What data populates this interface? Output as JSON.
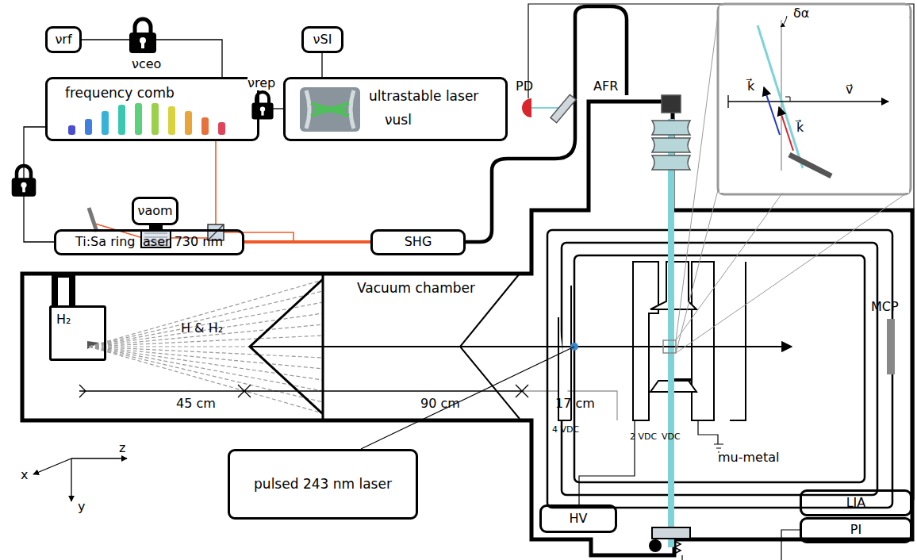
{
  "diagram": {
    "nodes": [
      {
        "text": [
          "νrf"
        ]
      },
      {
        "text": [
          "frequency comb"
        ]
      },
      {
        "text": [
          "νSI"
        ]
      },
      {
        "text": [
          "ultrastable laser",
          "νusl"
        ]
      },
      {
        "text": [
          "νaom"
        ]
      },
      {
        "text": [
          "Ti:Sa ring laser 730 nm"
        ]
      },
      {
        "text": [
          "SHG"
        ]
      },
      {
        "text": [
          "H₂"
        ]
      },
      {
        "text": [
          "pulsed 243 nm laser"
        ]
      },
      {
        "text": [
          "HV"
        ]
      },
      {
        "text": [
          "LIA"
        ]
      },
      {
        "text": [
          "PI"
        ]
      }
    ],
    "edges": [
      {
        "from": 0,
        "to": 1,
        "arrow": "none"
      },
      {
        "from": 1,
        "to": 3,
        "label": "νrep",
        "arrow": "none"
      },
      {
        "from": 2,
        "to": 3,
        "arrow": "none"
      },
      {
        "from": 1,
        "to": 5,
        "arrow": "none"
      },
      {
        "from": 5,
        "to": 6,
        "arrow": "none"
      }
    ],
    "labels": [
      "νceo",
      "PD",
      "AFR",
      "Vacuum chamber",
      "H & H₂",
      "45 cm",
      "90 cm",
      "17 cm",
      "4 VDC",
      "2 VDC",
      "VDC",
      "mu-metal",
      "MCP",
      "x",
      "y",
      "z",
      "δα",
      "k⃗",
      "k⃗",
      "v⃗"
    ]
  }
}
